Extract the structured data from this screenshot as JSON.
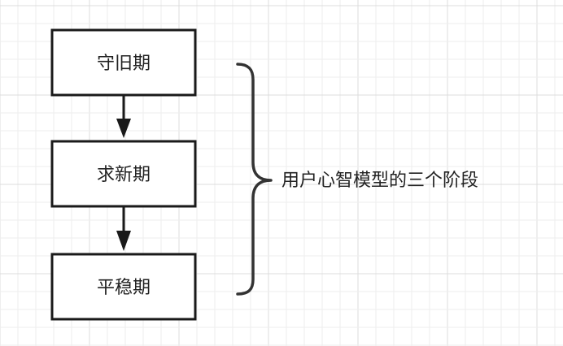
{
  "diagram": {
    "nodes": [
      {
        "id": "stage-1",
        "label": "守旧期"
      },
      {
        "id": "stage-2",
        "label": "求新期"
      },
      {
        "id": "stage-3",
        "label": "平稳期"
      }
    ],
    "brace_label": "用户心智模型的三个阶段"
  },
  "colors": {
    "grid_minor": "#eeeeee",
    "grid_major": "#dcdcdc",
    "stroke": "#1a1a1a",
    "brace": "#333333",
    "text": "#222222",
    "background": "#ffffff"
  }
}
